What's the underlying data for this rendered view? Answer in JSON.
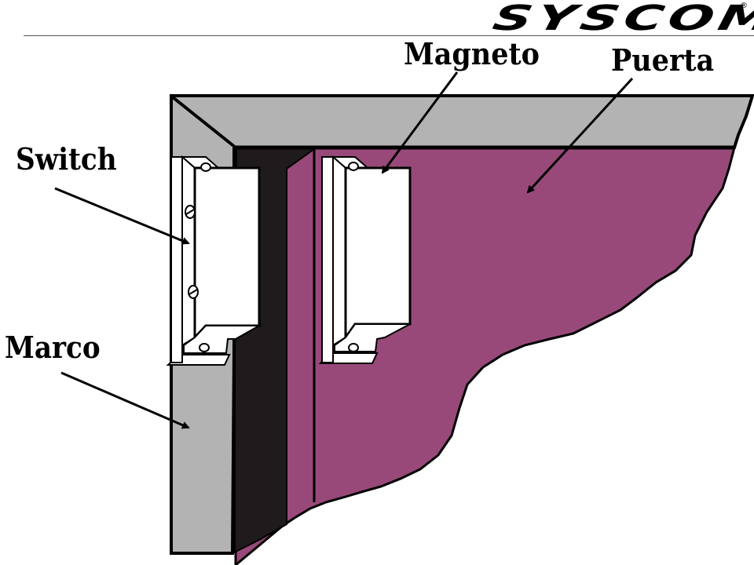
{
  "logo": {
    "text": "SYSCOM",
    "registered_mark": "®"
  },
  "labels": {
    "magneto": "Magneto",
    "puerta": "Puerta",
    "switch": "Switch",
    "marco": "Marco"
  },
  "colors": {
    "frame_gray": "#b3b3b3",
    "door_magenta": "#98497a",
    "gap_black": "#1f1a1c",
    "sensor_white": "#ffffff",
    "outline": "#000000"
  }
}
